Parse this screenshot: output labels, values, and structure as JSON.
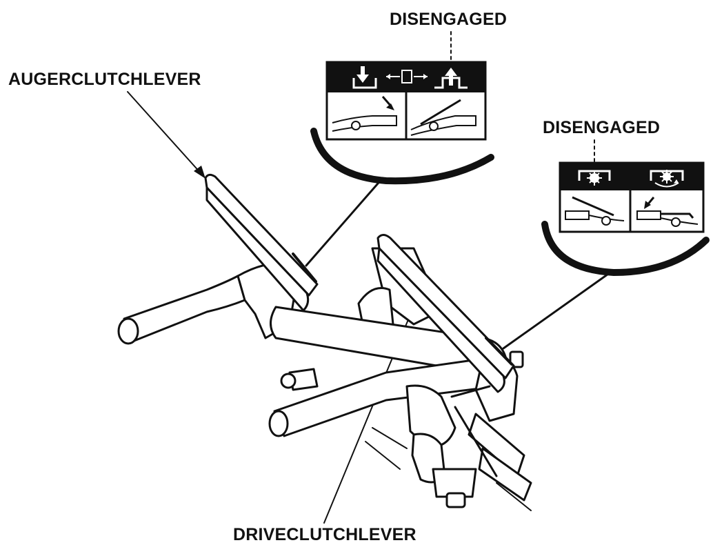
{
  "labels": {
    "auger_clutch_lever": "AUGERCLUTCHLEVER",
    "drive_clutch_lever": "DRIVECLUTCHLEVER",
    "auger_decal_state": "DISENGAGED",
    "drive_decal_state": "DISENGAGED"
  },
  "colors": {
    "ink": "#111111",
    "paper": "#ffffff"
  },
  "icons": [
    "arrow-down-icon",
    "arrow-up-icon",
    "auger-engage-icon",
    "gear-icon",
    "gear-rotate-icon",
    "lever-pressed-icon",
    "lever-released-icon"
  ]
}
